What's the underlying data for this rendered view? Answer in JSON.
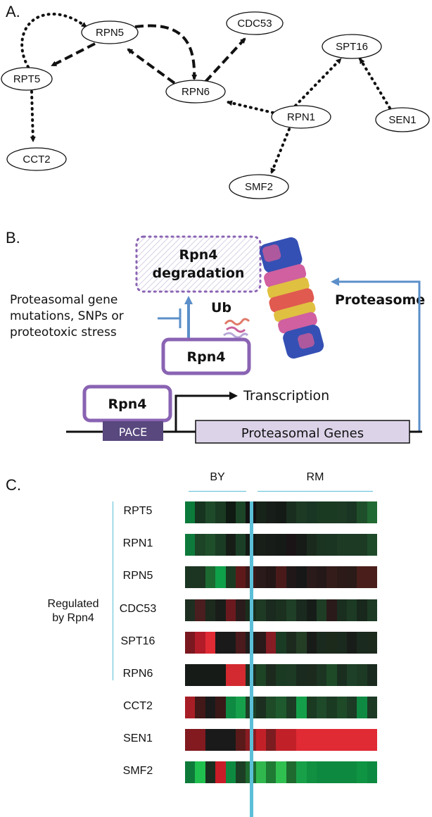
{
  "panel_a": {
    "label": "A.",
    "nodes": [
      {
        "id": "RPN5",
        "label": "RPN5"
      },
      {
        "id": "CDC53",
        "label": "CDC53"
      },
      {
        "id": "SPT16",
        "label": "SPT16"
      },
      {
        "id": "RPT5",
        "label": "RPT5"
      },
      {
        "id": "RPN6",
        "label": "RPN6"
      },
      {
        "id": "RPN1",
        "label": "RPN1"
      },
      {
        "id": "SEN1",
        "label": "SEN1"
      },
      {
        "id": "CCT2",
        "label": "CCT2"
      },
      {
        "id": "SMF2",
        "label": "SMF2"
      }
    ],
    "edges": [
      {
        "from": "RPT5",
        "to": "RPN5",
        "style": "dotted"
      },
      {
        "from": "RPN5",
        "to": "RPT5",
        "style": "dashed"
      },
      {
        "from": "RPN5",
        "to": "RPN6",
        "style": "dashed"
      },
      {
        "from": "RPN6",
        "to": "RPN5",
        "style": "dashed"
      },
      {
        "from": "RPN6",
        "to": "CDC53",
        "style": "dashed"
      },
      {
        "from": "RPT5",
        "to": "CCT2",
        "style": "dotted"
      },
      {
        "from": "RPN1",
        "to": "RPN6",
        "style": "dotted"
      },
      {
        "from": "RPN1",
        "to": "SPT16",
        "style": "dotted"
      },
      {
        "from": "SEN1",
        "to": "SPT16",
        "style": "dotted"
      },
      {
        "from": "RPN1",
        "to": "SMF2",
        "style": "dotted"
      }
    ]
  },
  "panel_b": {
    "label": "B.",
    "degradation_line1": "Rpn4",
    "degradation_line2": "degradation",
    "stress_line1": "Proteasomal gene",
    "stress_line2": "mutations, SNPs or",
    "stress_line3": "proteotoxic stress",
    "ub": "Ub",
    "proteasome": "Proteasome",
    "rpn4_upper": "Rpn4",
    "rpn4_lower": "Rpn4",
    "transcription": "Transcription",
    "pace": "PACE",
    "genes": "Proteasomal Genes",
    "colors": {
      "rpn4_border": "#8a63b3",
      "pace_fill": "#58487e",
      "genes_fill": "#dcd3e9",
      "arrow_blue": "#5b8fc9"
    }
  },
  "panel_c": {
    "label": "C.",
    "group_by": "BY",
    "group_rm": "RM",
    "regulated_line1": "Regulated",
    "regulated_line2": "by Rpn4",
    "divider_color": "#5bbfd8",
    "rows": [
      {
        "gene": "RPT5",
        "cells": [
          "#0b7a3a",
          "#16341f",
          "#1f4a2a",
          "#1a3a22",
          "#0f1a12",
          "#1c4527",
          "#121212",
          "#16241a",
          "#171d18",
          "#141a16",
          "#1a2e1f",
          "#1c3a24",
          "#193523",
          "#1a3a22",
          "#1a3a22",
          "#1c3a24",
          "#1a3523",
          "#1f4f2a",
          "#216a33"
        ]
      },
      {
        "gene": "RPN1",
        "cells": [
          "#0d7a3b",
          "#1d4427",
          "#1f4e2b",
          "#1a3c24",
          "#161d17",
          "#1b3f26",
          "#141a15",
          "#181f19",
          "#171c18",
          "#151a16",
          "#1a1416",
          "#161b17",
          "#1a2a1c",
          "#1b3422",
          "#1b3523",
          "#1d3a24",
          "#1c3a24",
          "#1d3a24",
          "#1f4a2a"
        ]
      },
      {
        "gene": "RPN5",
        "cells": [
          "#1c3522",
          "#1c3522",
          "#1c6a32",
          "#0fa04a",
          "#1b3a22",
          "#5e1a1a",
          "#3a1818",
          "#2a1a19",
          "#241616",
          "#4a1a1a",
          "#201818",
          "#171717",
          "#2a1a1a",
          "#241818",
          "#331c1a",
          "#2c1a18",
          "#2a1a18",
          "#4a1e1a",
          "#4a1e1a"
        ]
      },
      {
        "gene": "CDC53",
        "cells": [
          "#1e2f22",
          "#4a1e1e",
          "#1c2a1e",
          "#191d19",
          "#6a1a1e",
          "#2a1c1c",
          "#1a2e1e",
          "#1e3a24",
          "#1a2a1e",
          "#1b301f",
          "#1f3f26",
          "#1a2a1e",
          "#161d18",
          "#1f3c25",
          "#2a1a1a",
          "#1a2e1f",
          "#1c3a24",
          "#18281c",
          "#1c3a24"
        ]
      },
      {
        "gene": "SPT16",
        "cells": [
          "#7a1820",
          "#b21c28",
          "#e02a34",
          "#1a1a1a",
          "#1a1a1a",
          "#4a1a1c",
          "#201e1c",
          "#2a1a1a",
          "#861c24",
          "#1a3c24",
          "#1c2a1e",
          "#243e26",
          "#181c18",
          "#1a2a1e",
          "#1c2a1c",
          "#1a2a1e",
          "#191d19",
          "#1a2a1e",
          "#1c2a1e"
        ]
      },
      {
        "gene": "RPN6",
        "cells": [
          "#161b17",
          "#161b17",
          "#161b17",
          "#161b17",
          "#d22a30",
          "#d22a30",
          "#1c2e20",
          "#1e4426",
          "#1c2a1e",
          "#1a3a22",
          "#1c3a24",
          "#1a2a1e",
          "#1c2a1e",
          "#1c3422",
          "#1e4a28",
          "#1a2e1f",
          "#1e4028",
          "#1c3a24",
          "#1a2a1e"
        ]
      },
      {
        "gene": "CCT2",
        "cells": [
          "#a81e26",
          "#421818",
          "#1a1a1a",
          "#3a1818",
          "#0e8a42",
          "#17a04c",
          "#1d4027",
          "#1b2e1f",
          "#1e4a28",
          "#1e5a2d",
          "#1c3a24",
          "#14a04a",
          "#1a3a22",
          "#1f4a2a",
          "#1b3a22",
          "#1e4a28",
          "#1c3a24",
          "#0f8a42",
          "#1c3a24"
        ]
      },
      {
        "gene": "SEN1",
        "cells": [
          "#821a20",
          "#821a20",
          "#1a1a1a",
          "#1a1a1a",
          "#1a1a1a",
          "#5a1a1a",
          "#8a1c22",
          "#c22028",
          "#7a1c20",
          "#c22028",
          "#c22028",
          "#e02a34",
          "#e02a34",
          "#e02a34",
          "#e02a34",
          "#e02a34",
          "#e02a34",
          "#e02a34",
          "#e02a34"
        ]
      },
      {
        "gene": "SMF2",
        "cells": [
          "#0e7a3a",
          "#20c04e",
          "#1a2e1f",
          "#c81c28",
          "#0d8a40",
          "#1c3e24",
          "#1e6a2f",
          "#30b84e",
          "#1f7a34",
          "#30c050",
          "#1f6a2f",
          "#18a048",
          "#109040",
          "#0e8a40",
          "#0e8a40",
          "#0e8a40",
          "#0e8a40",
          "#0f9443",
          "#0e8a40"
        ]
      }
    ]
  }
}
